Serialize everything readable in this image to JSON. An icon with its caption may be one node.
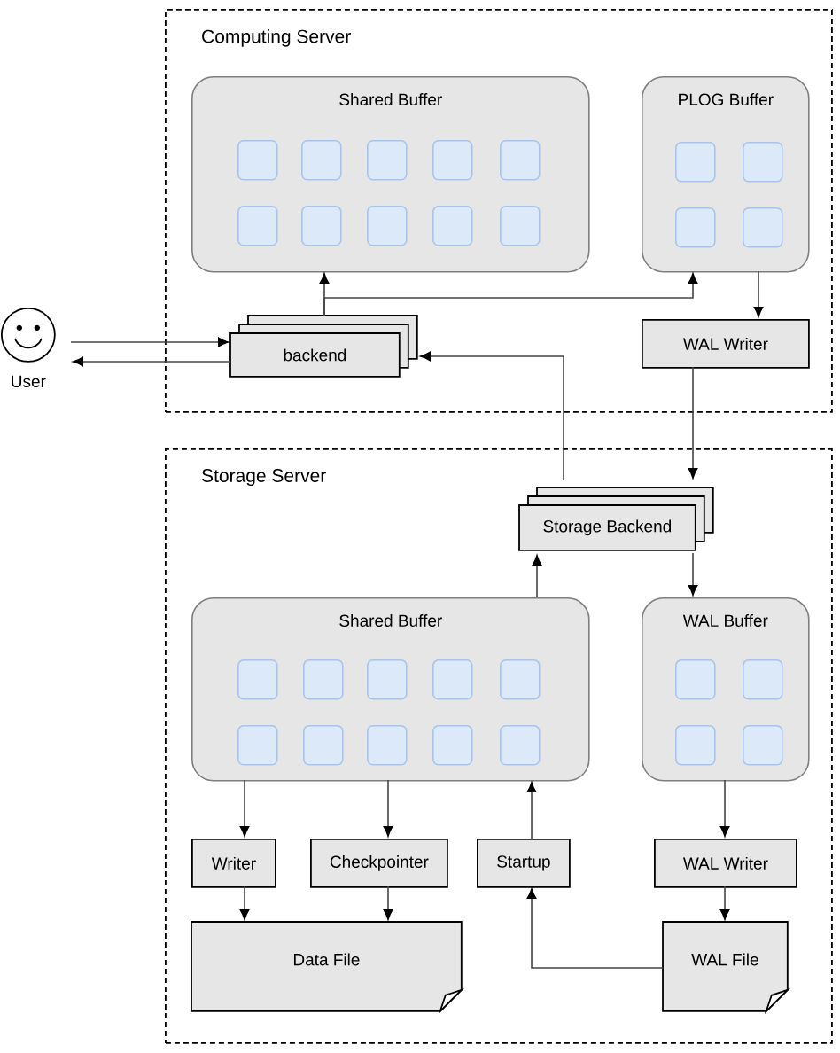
{
  "diagram": {
    "nodes": [
      {
        "text": [
          "Computing Server"
        ]
      },
      {
        "text": [
          "Shared Buffer"
        ],
        "in": 0
      },
      {
        "text": [],
        "shape": "box",
        "in": 1
      },
      {
        "text": [],
        "shape": "box",
        "in": 1
      },
      {
        "text": [],
        "shape": "box",
        "in": 1
      },
      {
        "text": [],
        "shape": "box",
        "in": 1
      },
      {
        "text": [],
        "shape": "box",
        "in": 1
      },
      {
        "text": [],
        "shape": "box",
        "in": 1
      },
      {
        "text": [],
        "shape": "box",
        "in": 1
      },
      {
        "text": [],
        "shape": "box",
        "in": 1
      },
      {
        "text": [],
        "shape": "box",
        "in": 1
      },
      {
        "text": [],
        "shape": "box",
        "in": 1
      },
      {
        "text": [
          "PLOG Buffer"
        ],
        "in": 0
      },
      {
        "text": [],
        "shape": "box",
        "in": 12
      },
      {
        "text": [],
        "shape": "box",
        "in": 12
      },
      {
        "text": [],
        "shape": "box",
        "in": 12
      },
      {
        "text": [],
        "shape": "box",
        "in": 12
      },
      {
        "text": [
          "backend"
        ],
        "in": 0
      },
      {
        "text": [
          "WAL Writer"
        ],
        "in": 0
      },
      {
        "text": [
          "User"
        ]
      },
      {
        "text": [
          "Storage Server"
        ]
      },
      {
        "text": [
          "Storage Backend"
        ],
        "in": 20
      },
      {
        "text": [
          "Shared Buffer"
        ],
        "in": 20
      },
      {
        "text": [],
        "shape": "box",
        "in": 22
      },
      {
        "text": [],
        "shape": "box",
        "in": 22
      },
      {
        "text": [],
        "shape": "box",
        "in": 22
      },
      {
        "text": [],
        "shape": "box",
        "in": 22
      },
      {
        "text": [],
        "shape": "box",
        "in": 22
      },
      {
        "text": [],
        "shape": "box",
        "in": 22
      },
      {
        "text": [],
        "shape": "box",
        "in": 22
      },
      {
        "text": [],
        "shape": "box",
        "in": 22
      },
      {
        "text": [],
        "shape": "box",
        "in": 22
      },
      {
        "text": [],
        "shape": "box",
        "in": 22
      },
      {
        "text": [
          "WAL Buffer"
        ],
        "in": 20
      },
      {
        "text": [],
        "shape": "box",
        "in": 33
      },
      {
        "text": [],
        "shape": "box",
        "in": 33
      },
      {
        "text": [],
        "shape": "box",
        "in": 33
      },
      {
        "text": [],
        "shape": "box",
        "in": 33
      },
      {
        "text": [
          "Writer"
        ],
        "in": 20
      },
      {
        "text": [
          "Checkpointer"
        ],
        "in": 20
      },
      {
        "text": [
          "Startup"
        ],
        "in": 20
      },
      {
        "text": [
          "WAL Writer"
        ],
        "in": 20
      },
      {
        "text": [
          "Data File"
        ],
        "in": 20
      },
      {
        "text": [
          "WAL File"
        ],
        "in": 20
      }
    ],
    "edges": [
      {
        "from": 19,
        "to": 17,
        "arrow": "to"
      },
      {
        "from": 17,
        "to": 19,
        "arrow": "to"
      },
      {
        "from": 17,
        "to": 1,
        "arrow": "to"
      },
      {
        "from": 17,
        "to": 12,
        "arrow": "to"
      },
      {
        "from": 12,
        "to": 18,
        "arrow": "to"
      },
      {
        "from": 18,
        "to": 21,
        "arrow": "to"
      },
      {
        "from": 21,
        "to": 17,
        "arrow": "to"
      },
      {
        "from": 22,
        "to": 21,
        "arrow": "to"
      },
      {
        "from": 21,
        "to": 33,
        "arrow": "to"
      },
      {
        "from": 22,
        "to": 38,
        "arrow": "to"
      },
      {
        "from": 22,
        "to": 39,
        "arrow": "to"
      },
      {
        "from": 40,
        "to": 22,
        "arrow": "to"
      },
      {
        "from": 33,
        "to": 41,
        "arrow": "to"
      },
      {
        "from": 38,
        "to": 42,
        "arrow": "to"
      },
      {
        "from": 39,
        "to": 42,
        "arrow": "to"
      },
      {
        "from": 41,
        "to": 43,
        "arrow": "to"
      },
      {
        "from": 43,
        "to": 40,
        "arrow": "to"
      }
    ]
  }
}
